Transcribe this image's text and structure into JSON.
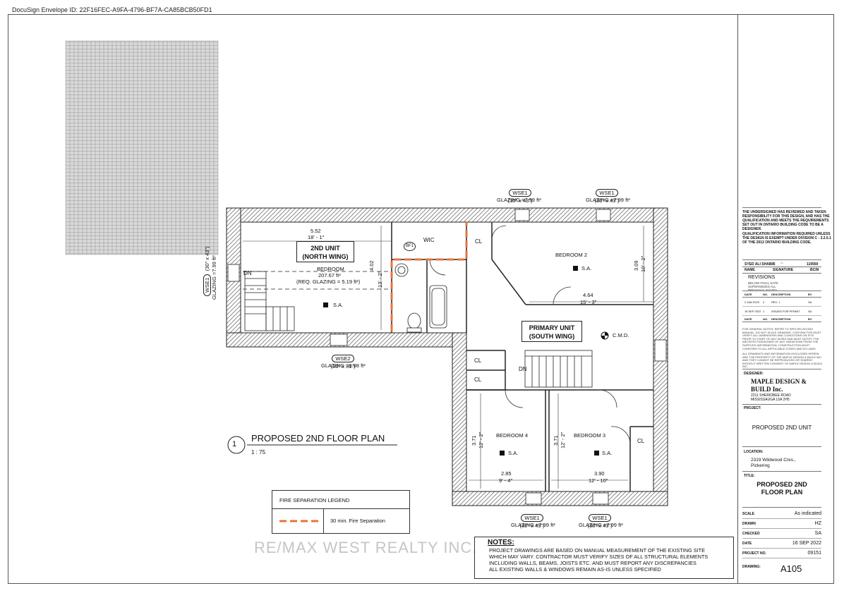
{
  "envelope": "DocuSign Envelope ID: 22F16FEC-A9FA-4796-BF7A-CA85BCB50FD1",
  "drawing": {
    "units": {
      "north_wing_label": [
        "2ND UNIT",
        "(NORTH WING)"
      ],
      "south_wing_label": [
        "PRIMARY UNIT",
        "(SOUTH WING)"
      ]
    },
    "rooms": {
      "bedroom": "BEDROOM",
      "bedroom_area": "207.67 ft²",
      "bedroom_glazing": "(REQ. GLAZING = 5.19 ft²)",
      "wic": "WIC",
      "cl": "CL",
      "bedroom2": "BEDROOM 2",
      "bedroom3": "BEDROOM 3",
      "bedroom4": "BEDROOM 4",
      "sa": "S.A.",
      "cmd": "C.M.D.",
      "dn": "DN",
      "bf1": "BF1"
    },
    "dimensions": {
      "d552": "5.52",
      "d18_1": "18' - 1\"",
      "d402": "4.02",
      "d13_2": "13' - 2\"",
      "d309": "3.09",
      "d10_2": "10' - 2\"",
      "d464": "4.64",
      "d15_3": "15' - 3\"",
      "d371": "3.71",
      "d12_2": "12' - 2\"",
      "d285": "2.85",
      "d9_4": "9' - 4\"",
      "d390": "3.90",
      "d12_10": "12' - 10\""
    },
    "windows": {
      "wse1": "WSE1",
      "wse2": "WSE2",
      "size_30x43": "(30\" x 43\")",
      "size_30x31": "(30\" x 31\")",
      "glazing_799": "GLAZING =7.99 ft²",
      "glazing_698": "GLAZING =6.98 ft²"
    }
  },
  "plan_title": {
    "number": "1",
    "title": "PROPOSED 2ND FLOOR PLAN",
    "scale": "1 : 75"
  },
  "legend": {
    "title": "FIRE SEPARATION LEGEND",
    "item": "30 min. Fire Separation",
    "color": "#e8733a"
  },
  "notes": {
    "heading": "NOTES:",
    "lines": [
      "PROJECT DRAWINGS ARE BASED ON MANUAL MEASUREMENT OF THE EXISTING SITE",
      "WHICH MAY VARY. CONTRACTOR MUST VERIFY SIZES OF ALL STRUCTURAL ELEMENTS",
      "INCLUDING WALLS, BEAMS, JOISTS ETC. AND MUST REPORT ANY DISCREPANCIES",
      "ALL EXISTING WALLS & WINDOWS REMAIN AS-IS UNLESS SPECIFIED"
    ]
  },
  "watermark": "RE/MAX WEST REALTY INC.",
  "title_block": {
    "statement": "THE UNDERSIGNED HAS REVIEWED AND TAKEN RESPONSIBILITY FOR THIS DESIGN, AND HAS THE QUALIFICATION AND MEETS THE REQUIREMENTS SET OUT IN ONTARIO BUILDING CODE TO BE A DESIGNER.",
    "qualification": "QUALIFICATION INFORMATION REQUIRED UNLESS THE DESIGN IS EXEMPT UNDER DIVISION C - 3.2.5.1 OF THE 2012 ONTARIO BUILDING CODE.",
    "designer_name": "SYED ALI SHABIB",
    "bcin_number": "119560",
    "name_label": "NAME",
    "signature_label": "SIGNATURE",
    "bcin_label": "BCIN",
    "revisions_title": "REVISIONS",
    "revisions_note": "BELOW FINAL DATE SUPERSEDES ALL PREVIOUS ISSUES",
    "rev_headers": [
      "DATE",
      "NO.",
      "DESCRIPTION",
      "BY"
    ],
    "rev_rows": [
      [
        "2 JAN 2023",
        "2",
        "REV. 1",
        "SA"
      ],
      [
        "16 SEP 2022",
        "1",
        "ISSUED FOR PERMIT",
        "SA"
      ]
    ],
    "general_notes": "FOR GENERAL NOTES, REFER TO SPECIFICATIONS MANUAL. DO NOT SCALE DRAWING. CONTRACTOR MUST VERIFY ALL DIMENSIONS AND CONDITIONS ON SITE PRIOR TO START OF ANY WORK AND MUST NOTIFY THE ARCHITECT/DESIGNER OF ANY VARIATIONS FROM THE SUPPLIED INFORMATION. CONSTRUCTION MUST CONFORM TO ALL APPLICABLE CODES AND BY-LAWS.",
    "copyright": "ALL DRAWINGS AND INFORMATION DISCLOSED HEREIN ARE THE PROPERTY OF THE MAPLE DESIGN & BUILD INC. AND THEY CANNOT BE REPRODUCED OR SHARED WITHOUT WRITTEN CONSENT OF MAPLE DESIGN & BUILD INC.",
    "designer_label": "DESIGNER:",
    "company": [
      "MAPLE DESIGN &",
      "BUILD Inc."
    ],
    "address": [
      "2211 SHERIDBEE ROAD",
      "MISSISSAUGA L5A 2H5"
    ],
    "project_label": "PROJECT:",
    "project": "PROPOSED 2ND UNIT",
    "location_label": "LOCATION:",
    "location": [
      "2319 Wildwood Cres.,",
      "Pickering"
    ],
    "title_label": "TITLE:",
    "title": [
      "PROPOSED 2ND",
      "FLOOR PLAN"
    ],
    "scale_label": "SCALE",
    "scale": "As indicated",
    "drawn_label": "DRAWN",
    "drawn": "HZ",
    "checked_label": "CHECKED",
    "checked": "SA",
    "date_label": "DATE",
    "date": "16 SEP 2022",
    "project_no_label": "PROJECT NO.",
    "project_no": "09151",
    "drawing_label": "DRAWING:",
    "drawing_no": "A105"
  }
}
